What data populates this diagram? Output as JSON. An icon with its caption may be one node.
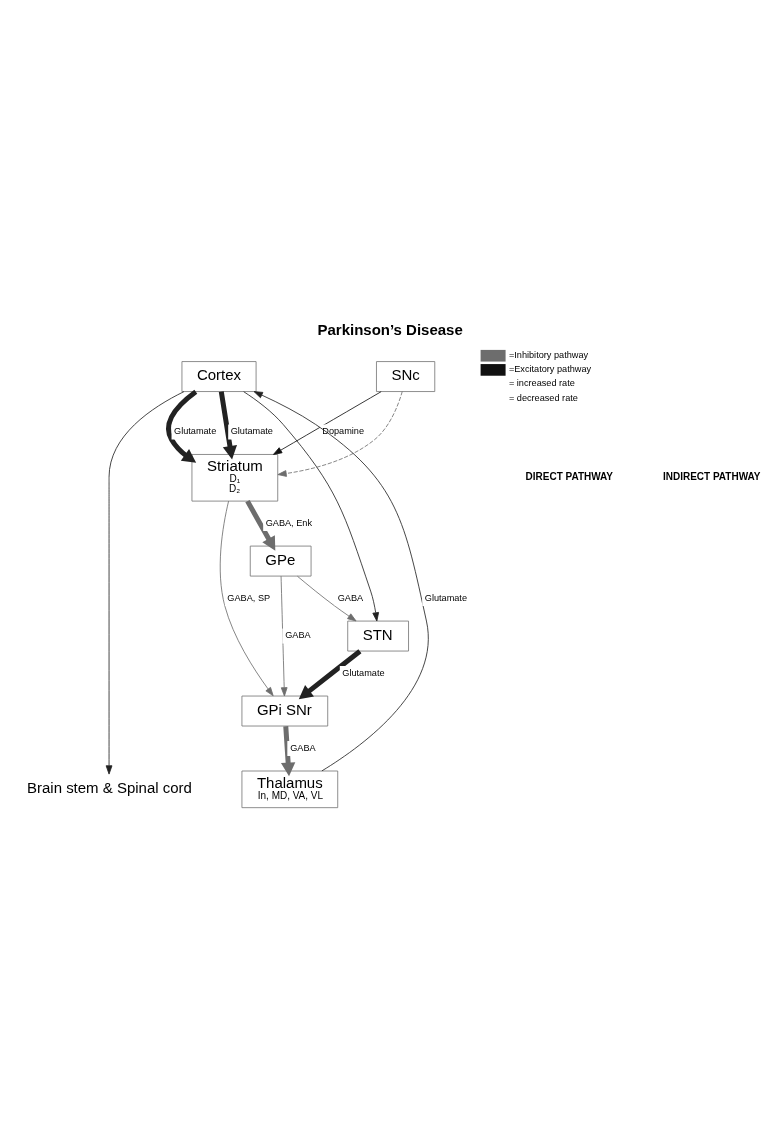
{
  "diagram": {
    "title": "Parkinson’s Disease",
    "nodes": [
      {
        "text": [
          "Cortex"
        ]
      },
      {
        "text": [
          "Striatum",
          "D₁",
          "D₂"
        ]
      },
      {
        "text": [
          "SNc"
        ]
      },
      {
        "text": [
          "GPe"
        ]
      },
      {
        "text": [
          "STN"
        ]
      },
      {
        "text": [
          "GPi SNr"
        ]
      },
      {
        "text": [
          "Thalamus",
          "In, MD, VA, VL"
        ]
      },
      {
        "text": [
          "Brain stem & Spinal cord"
        ]
      }
    ],
    "edges": [
      {
        "from": 0,
        "to": 1,
        "arrow": "to",
        "label": "Glutamate",
        "style": "thick"
      },
      {
        "from": 0,
        "to": 1,
        "arrow": "to",
        "label": "Glutamate",
        "style": "thick"
      },
      {
        "from": 2,
        "to": 1,
        "arrow": "to",
        "label": "Dopamine",
        "color": "#111111"
      },
      {
        "from": 2,
        "to": 1,
        "arrow": "to",
        "style": "dashed",
        "color": "#6d6d6d"
      },
      {
        "from": 1,
        "to": 5,
        "arrow": "to",
        "label": "GABA, SP",
        "color": "#6d6d6d"
      },
      {
        "from": 1,
        "to": 3,
        "arrow": "to",
        "label": "GABA, Enk",
        "style": "thick",
        "color": "#6d6d6d"
      },
      {
        "from": 3,
        "to": 4,
        "arrow": "to",
        "label": "GABA",
        "color": "#6d6d6d"
      },
      {
        "from": 3,
        "to": 5,
        "arrow": "to",
        "label": "GABA",
        "color": "#6d6d6d"
      },
      {
        "from": 4,
        "to": 5,
        "arrow": "to",
        "label": "Glutamate",
        "style": "thick"
      },
      {
        "from": 5,
        "to": 6,
        "arrow": "to",
        "label": "GABA",
        "style": "thick",
        "color": "#6d6d6d"
      },
      {
        "from": 6,
        "to": 0,
        "arrow": "to",
        "label": "Glutamate"
      },
      {
        "from": 0,
        "to": 4,
        "arrow": "to"
      },
      {
        "from": 0,
        "to": 7,
        "arrow": "to"
      }
    ],
    "labels": [
      "DIRECT PATHWAY",
      "INDIRECT PATHWAY"
    ],
    "legend": [
      {
        "text": "=Inhibitory pathway",
        "color": "#6d6d6d"
      },
      {
        "text": "=Excitatory pathway",
        "color": "#111111"
      },
      {
        "text": "= increased rate"
      },
      {
        "text": "= decreased rate"
      }
    ]
  }
}
